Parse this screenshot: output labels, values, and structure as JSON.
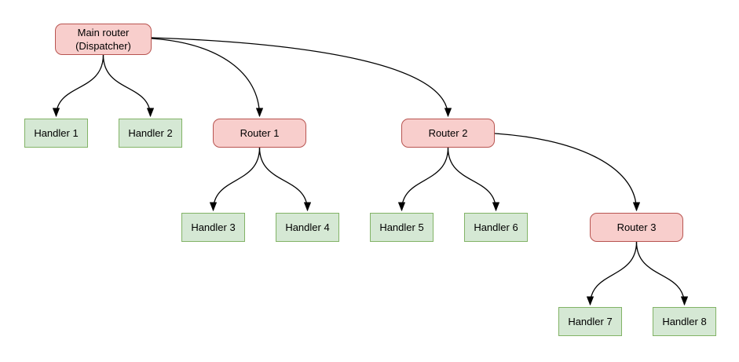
{
  "diagram": {
    "type": "tree",
    "background_color": "#ffffff",
    "colors": {
      "router_fill": "#f8cecc",
      "router_border": "#b85450",
      "handler_fill": "#d5e8d4",
      "handler_border": "#82b366",
      "edge": "#000000",
      "text": "#000000"
    },
    "nodes": [
      {
        "id": "main-router",
        "type": "router",
        "label": "Main router (Dispatcher)",
        "label_line1": "Main router",
        "label_line2": "(Dispatcher)"
      },
      {
        "id": "handler-1",
        "type": "handler",
        "label": "Handler 1"
      },
      {
        "id": "handler-2",
        "type": "handler",
        "label": "Handler 2"
      },
      {
        "id": "router-1",
        "type": "router",
        "label": "Router 1"
      },
      {
        "id": "router-2",
        "type": "router",
        "label": "Router 2"
      },
      {
        "id": "handler-3",
        "type": "handler",
        "label": "Handler 3"
      },
      {
        "id": "handler-4",
        "type": "handler",
        "label": "Handler 4"
      },
      {
        "id": "handler-5",
        "type": "handler",
        "label": "Handler 5"
      },
      {
        "id": "handler-6",
        "type": "handler",
        "label": "Handler 6"
      },
      {
        "id": "router-3",
        "type": "router",
        "label": "Router 3"
      },
      {
        "id": "handler-7",
        "type": "handler",
        "label": "Handler 7"
      },
      {
        "id": "handler-8",
        "type": "handler",
        "label": "Handler 8"
      }
    ],
    "edges": [
      {
        "from": "main-router",
        "to": "handler-1"
      },
      {
        "from": "main-router",
        "to": "handler-2"
      },
      {
        "from": "main-router",
        "to": "router-1"
      },
      {
        "from": "main-router",
        "to": "router-2"
      },
      {
        "from": "router-1",
        "to": "handler-3"
      },
      {
        "from": "router-1",
        "to": "handler-4"
      },
      {
        "from": "router-2",
        "to": "handler-5"
      },
      {
        "from": "router-2",
        "to": "handler-6"
      },
      {
        "from": "router-2",
        "to": "router-3"
      },
      {
        "from": "router-3",
        "to": "handler-7"
      },
      {
        "from": "router-3",
        "to": "handler-8"
      }
    ]
  }
}
